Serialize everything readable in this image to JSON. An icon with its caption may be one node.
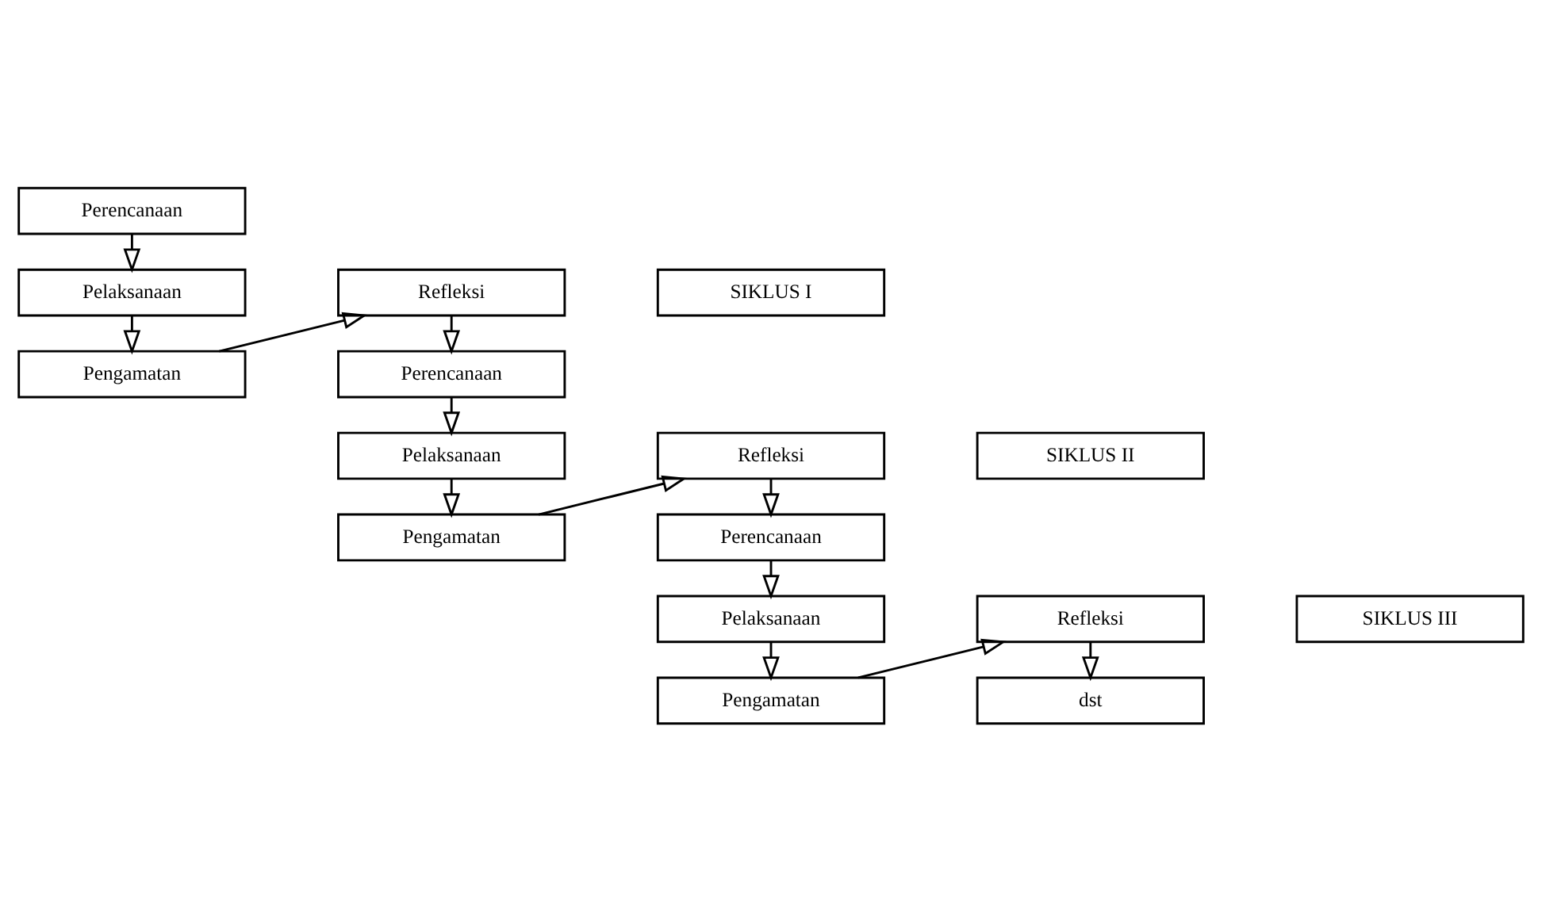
{
  "diagram": {
    "nodes": [
      {
        "text": [
          "Perencanaan"
        ]
      },
      {
        "text": [
          "Refleksi"
        ]
      },
      {
        "text": [
          "SIKLUS I"
        ]
      },
      {
        "text": [
          "Pelaksanaan"
        ]
      },
      {
        "text": [
          "Pengamatan"
        ]
      },
      {
        "text": [
          "Perencanaan"
        ]
      },
      {
        "text": [
          "Refleksi"
        ]
      },
      {
        "text": [
          "SIKLUS II"
        ]
      },
      {
        "text": [
          "Pelaksanaan"
        ]
      },
      {
        "text": [
          "Pengamatan"
        ]
      },
      {
        "text": [
          "Perencanaan"
        ]
      },
      {
        "text": [
          "Refleksi"
        ]
      },
      {
        "text": [
          "SIKLUS III"
        ]
      },
      {
        "text": [
          "Pelaksanaan"
        ]
      },
      {
        "text": [
          "Pengamatan"
        ]
      },
      {
        "text": [
          "dst"
        ]
      }
    ],
    "edges": [
      {
        "from": 0,
        "to": 3,
        "arrow": "to"
      },
      {
        "from": 3,
        "to": 4,
        "arrow": "to"
      },
      {
        "from": 4,
        "to": 1,
        "arrow": "to"
      },
      {
        "from": 1,
        "to": 5,
        "arrow": "to"
      },
      {
        "from": 5,
        "to": 8,
        "arrow": "to"
      },
      {
        "from": 8,
        "to": 9,
        "arrow": "to"
      },
      {
        "from": 9,
        "to": 6,
        "arrow": "to"
      },
      {
        "from": 6,
        "to": 10,
        "arrow": "to"
      },
      {
        "from": 10,
        "to": 13,
        "arrow": "to"
      },
      {
        "from": 13,
        "to": 14,
        "arrow": "to"
      },
      {
        "from": 14,
        "to": 11,
        "arrow": "to"
      },
      {
        "from": 11,
        "to": 15,
        "arrow": "to"
      }
    ]
  }
}
